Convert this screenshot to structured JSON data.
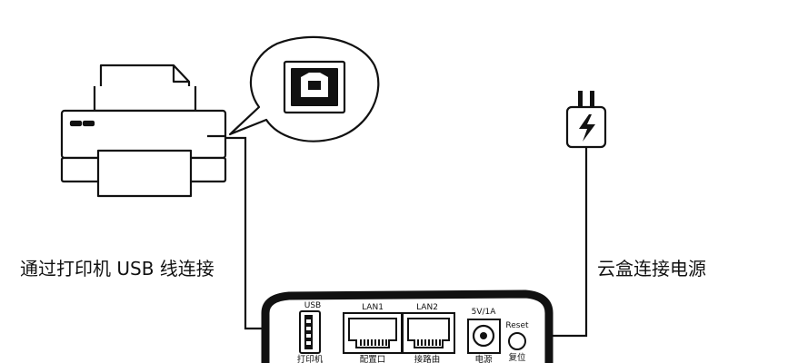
{
  "captions": {
    "usb_connect": "通过打印机 USB 线连接",
    "power_connect": "云盒连接电源"
  },
  "box": {
    "ports": {
      "usb_label": "USB",
      "usb_sub": "打印机",
      "lan1_label": "LAN1",
      "lan1_sub": "配置口",
      "lan2_label": "LAN2",
      "lan2_sub": "接路由",
      "power_label": "5V/1A",
      "power_sub": "电源",
      "reset_label": "Reset",
      "reset_sub": "复位"
    }
  },
  "colors": {
    "stroke": "#111111",
    "background": "#ffffff"
  }
}
